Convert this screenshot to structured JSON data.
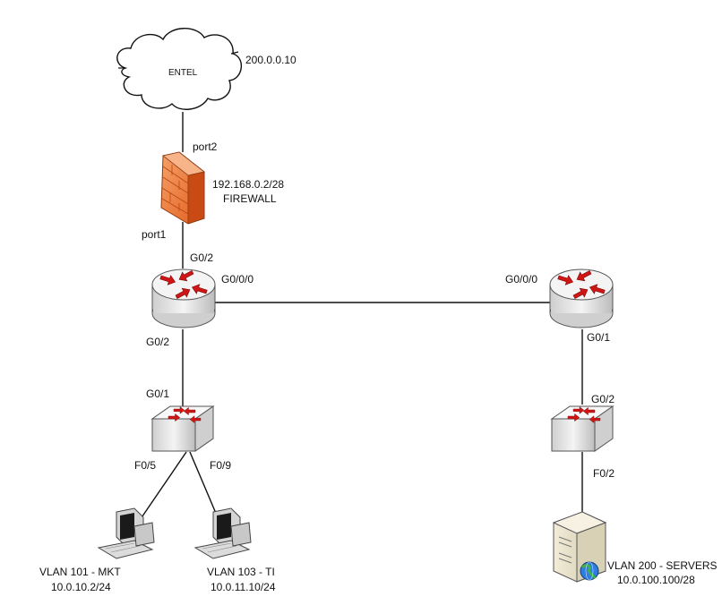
{
  "cloud": {
    "label": "ENTEL",
    "ip": "200.0.0.10"
  },
  "firewall": {
    "ip": "192.168.0.2/28",
    "name": "FIREWALL",
    "port_top": "port2",
    "port_bottom": "port1"
  },
  "router_left": {
    "port_top": "G0/2",
    "port_right": "G0/0/0",
    "port_bottom": "G0/2"
  },
  "router_right": {
    "port_left": "G0/0/0",
    "port_bottom": "G0/1"
  },
  "switch_left": {
    "port_top": "G0/1",
    "port_left": "F0/5",
    "port_right": "F0/9"
  },
  "switch_right": {
    "port_top": "G0/2",
    "port_bottom": "F0/2"
  },
  "pc_mkt": {
    "vlan": "VLAN 101 - MKT",
    "ip": "10.0.10.2/24"
  },
  "pc_ti": {
    "vlan": "VLAN 103 - TI",
    "ip": "10.0.11.10/24"
  },
  "server": {
    "vlan": "VLAN 200 - SERVERS",
    "ip": "10.0.100.100/28"
  },
  "colors": {
    "router_body": "#e8e8e8",
    "arrow_red": "#d11414",
    "firewall_orange": "#f07a3a",
    "line": "#111111"
  }
}
